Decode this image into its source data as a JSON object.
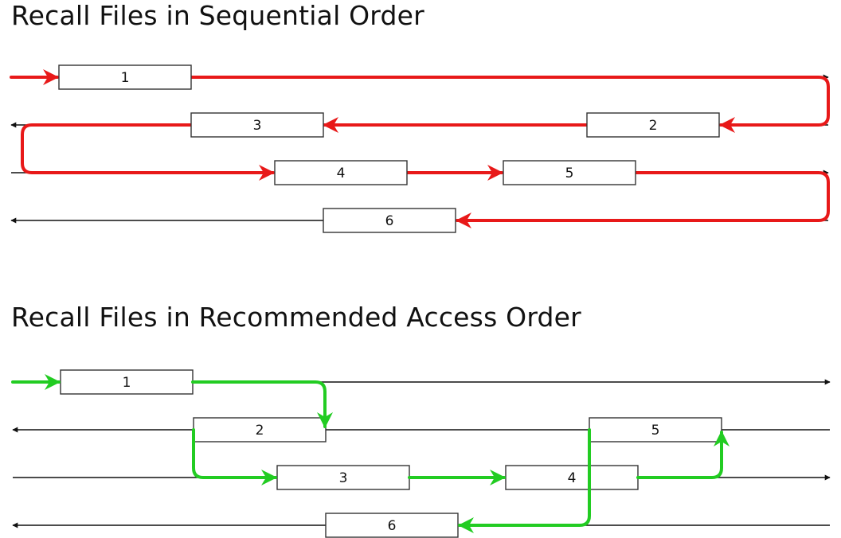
{
  "diagrams": [
    {
      "title": "Recall Files in Sequential Order",
      "path_color": "#e81919",
      "files": [
        "1",
        "2",
        "3",
        "4",
        "5",
        "6"
      ],
      "recall_order": [
        "1",
        "2",
        "3",
        "4",
        "5",
        "6"
      ]
    },
    {
      "title": "Recall Files in Recommended Access Order",
      "path_color": "#22cc22",
      "files": [
        "1",
        "2",
        "3",
        "4",
        "5",
        "6"
      ],
      "recall_order": [
        "1",
        "2",
        "3",
        "4",
        "5",
        "6"
      ]
    }
  ],
  "colors": {
    "track": "#111111",
    "box_border": "#333333",
    "box_fill": "#ffffff",
    "text": "#111111"
  }
}
